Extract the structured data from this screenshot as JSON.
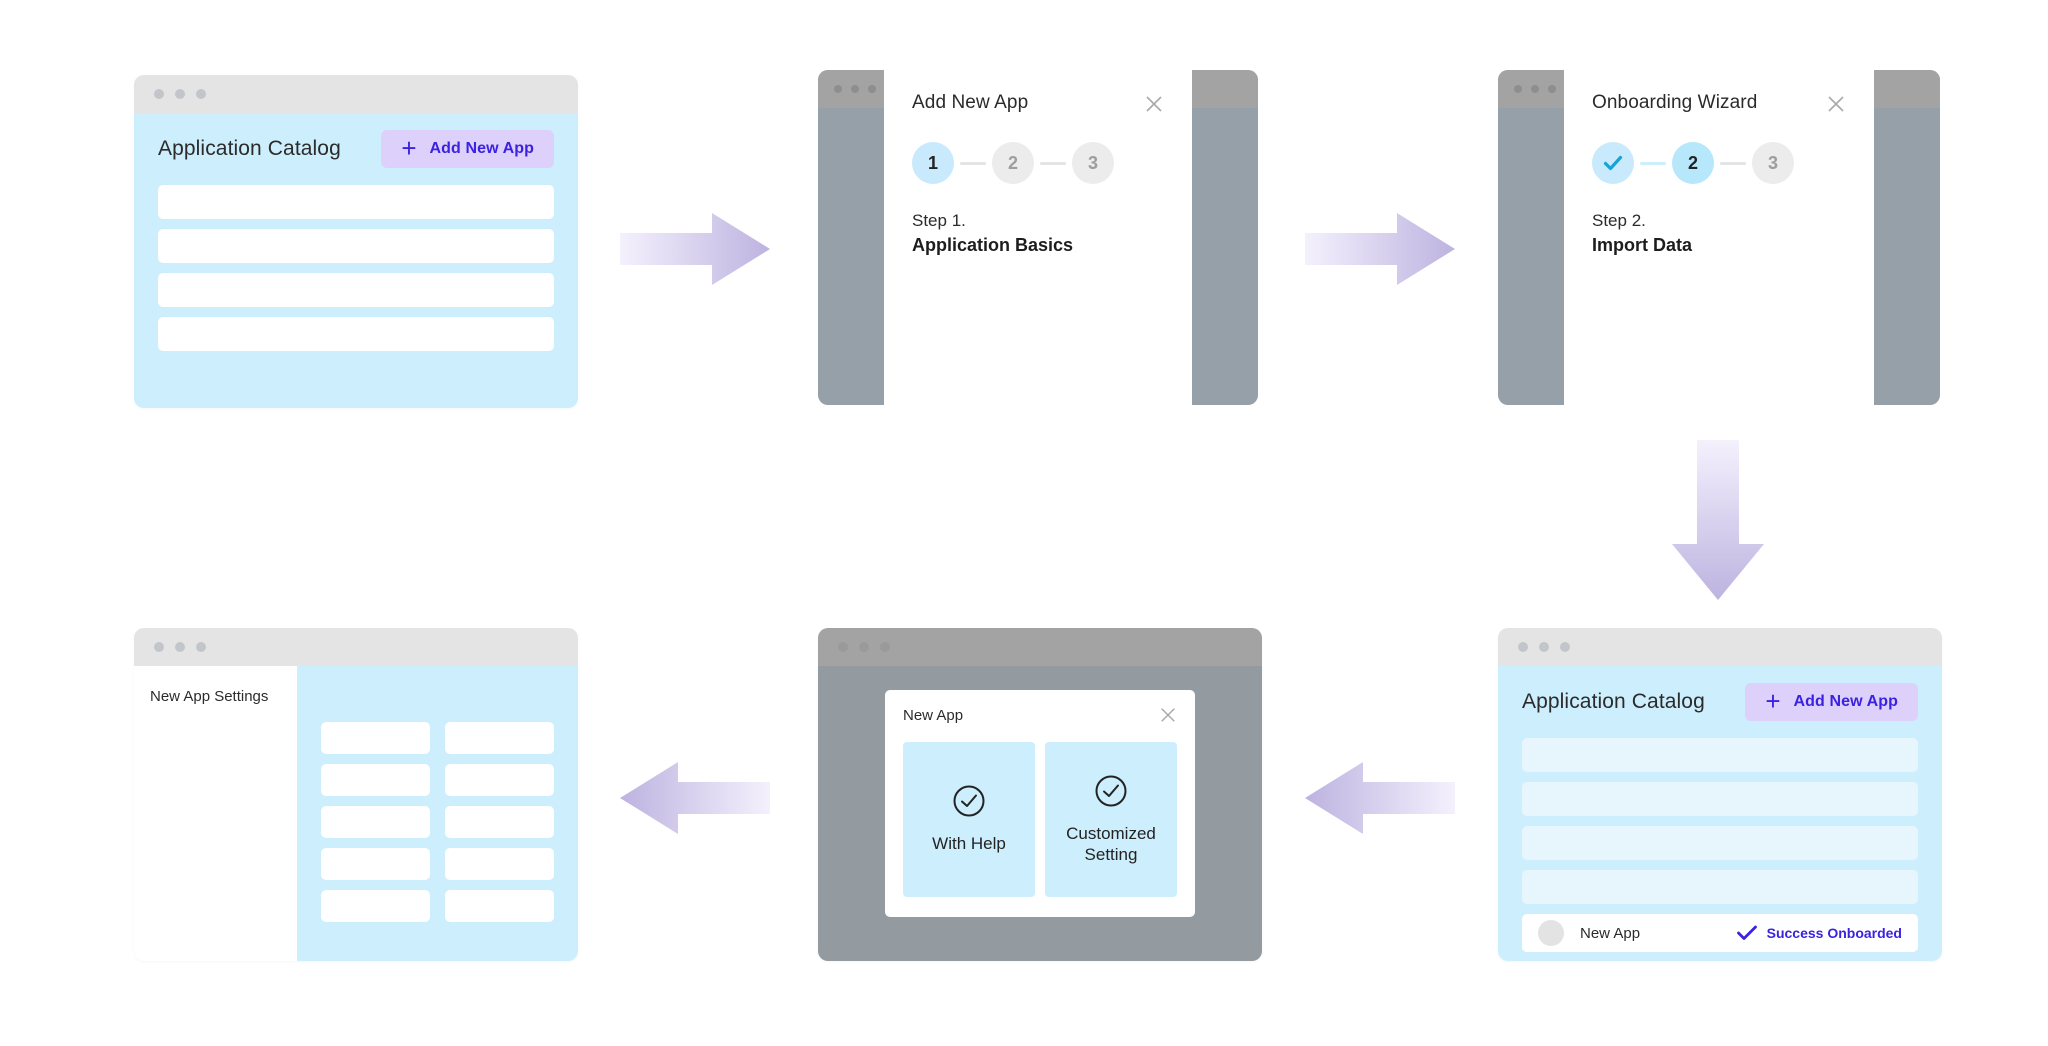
{
  "meta": {
    "diagram_title": "Application Onboarding Flow",
    "background": "#ffffff",
    "accent_purple": "#3b22e0",
    "accent_purple_soft": "#ddd0fb",
    "accent_blue": "#cdeefc",
    "arrow_gradient_from": "#f2eefd",
    "arrow_gradient_to": "#bfb5e2",
    "gray_window": "#939aa0",
    "titlebar_gray": "#e4e4e4"
  },
  "panels": {
    "catalog_start": {
      "window_dots": [
        "dot-1",
        "dot-2",
        "dot-3"
      ],
      "title": "Application Catalog",
      "add_button": {
        "label": "Add New App",
        "icon": "plus-icon",
        "plus": "+"
      },
      "rows": [
        "",
        "",
        "",
        ""
      ]
    },
    "wizard_step1": {
      "window_dots": [
        "dot-1",
        "dot-2",
        "dot-3"
      ],
      "modal_title": "Add New App",
      "close_icon": "close-icon",
      "steps": [
        {
          "label": "1",
          "state": "active"
        },
        {
          "label": "2",
          "state": "idle"
        },
        {
          "label": "3",
          "state": "idle"
        }
      ],
      "connectors": [
        "gray",
        "gray"
      ],
      "step_kicker": "Step 1.",
      "step_name": "Application Basics"
    },
    "wizard_step2": {
      "window_dots": [
        "dot-1",
        "dot-2",
        "dot-3"
      ],
      "modal_title": "Onboarding Wizard",
      "close_icon": "close-icon",
      "steps": [
        {
          "label": "",
          "state": "done",
          "icon": "check-icon"
        },
        {
          "label": "2",
          "state": "current"
        },
        {
          "label": "3",
          "state": "idle"
        }
      ],
      "connectors": [
        "blue",
        "gray"
      ],
      "step_kicker": "Step 2.",
      "step_name": "Import Data"
    },
    "catalog_result": {
      "window_dots": [
        "dot-1",
        "dot-2",
        "dot-3"
      ],
      "title": "Application Catalog",
      "add_button": {
        "label": "Add New App",
        "icon": "plus-icon",
        "plus": "+"
      },
      "rows": [
        "",
        "",
        "",
        ""
      ],
      "result_row": {
        "avatar": "avatar-placeholder",
        "name": "New App",
        "status_icon": "check-icon",
        "status": "Success Onboarded"
      }
    },
    "choice_modal": {
      "window_dots": [
        "dot-1",
        "dot-2",
        "dot-3"
      ],
      "modal_title": "New App",
      "close_icon": "close-icon",
      "options": [
        {
          "label": "With Help",
          "icon": "check-circle-icon"
        },
        {
          "label": "Customized Setting",
          "icon": "check-circle-icon"
        }
      ]
    },
    "app_settings": {
      "window_dots": [
        "dot-1",
        "dot-2",
        "dot-3"
      ],
      "sidebar_title": "New App Settings",
      "cards": [
        "",
        "",
        "",
        "",
        "",
        "",
        "",
        "",
        "",
        ""
      ]
    }
  },
  "arrows": [
    {
      "name": "arrow-catalog-to-wizard1",
      "direction": "right"
    },
    {
      "name": "arrow-wizard1-to-wizard2",
      "direction": "right"
    },
    {
      "name": "arrow-wizard2-to-result",
      "direction": "down"
    },
    {
      "name": "arrow-result-to-choice",
      "direction": "left"
    },
    {
      "name": "arrow-choice-to-settings",
      "direction": "left"
    }
  ]
}
